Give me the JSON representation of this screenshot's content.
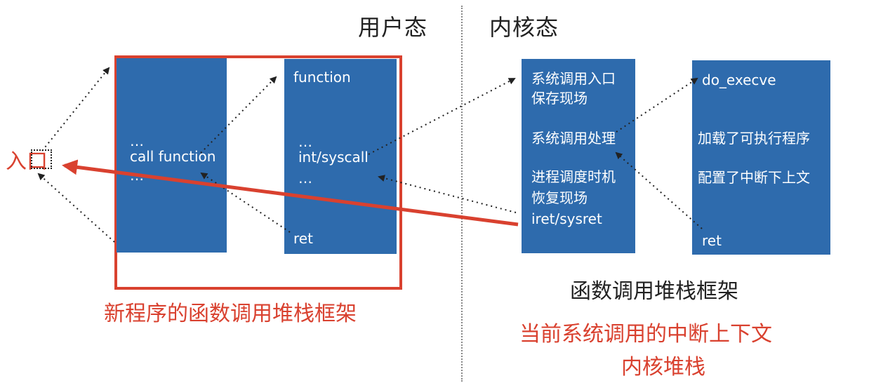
{
  "modes": {
    "user": "用户态",
    "kernel": "内核态"
  },
  "entry_label": "入口",
  "user_stack_block": {
    "lines": [
      "…",
      "call function",
      "…"
    ]
  },
  "function_block": {
    "title": "function",
    "lines": [
      "…",
      "int/syscall",
      "…"
    ],
    "ret": "ret"
  },
  "syscall_block": {
    "lines_top": [
      "系统调用入口",
      "保存现场"
    ],
    "line_mid": "系统调用处理",
    "lines_bottom": [
      "进程调度时机",
      "恢复现场",
      "iret/sysret"
    ]
  },
  "execve_block": {
    "title": "do_execve",
    "line1": "加载了可执行程序",
    "line2": "配置了中断下上文",
    "ret": "ret"
  },
  "captions": {
    "new_program": "新程序的函数调用堆栈框架",
    "call_frame": "函数调用堆栈框架",
    "current_syscall": "当前系统调用的中断上下文",
    "kernel_stack": "内核堆栈"
  },
  "colors": {
    "block_blue": "#2e6bad",
    "accent_red": "#d9412f",
    "arrow_dotted": "#222222"
  }
}
